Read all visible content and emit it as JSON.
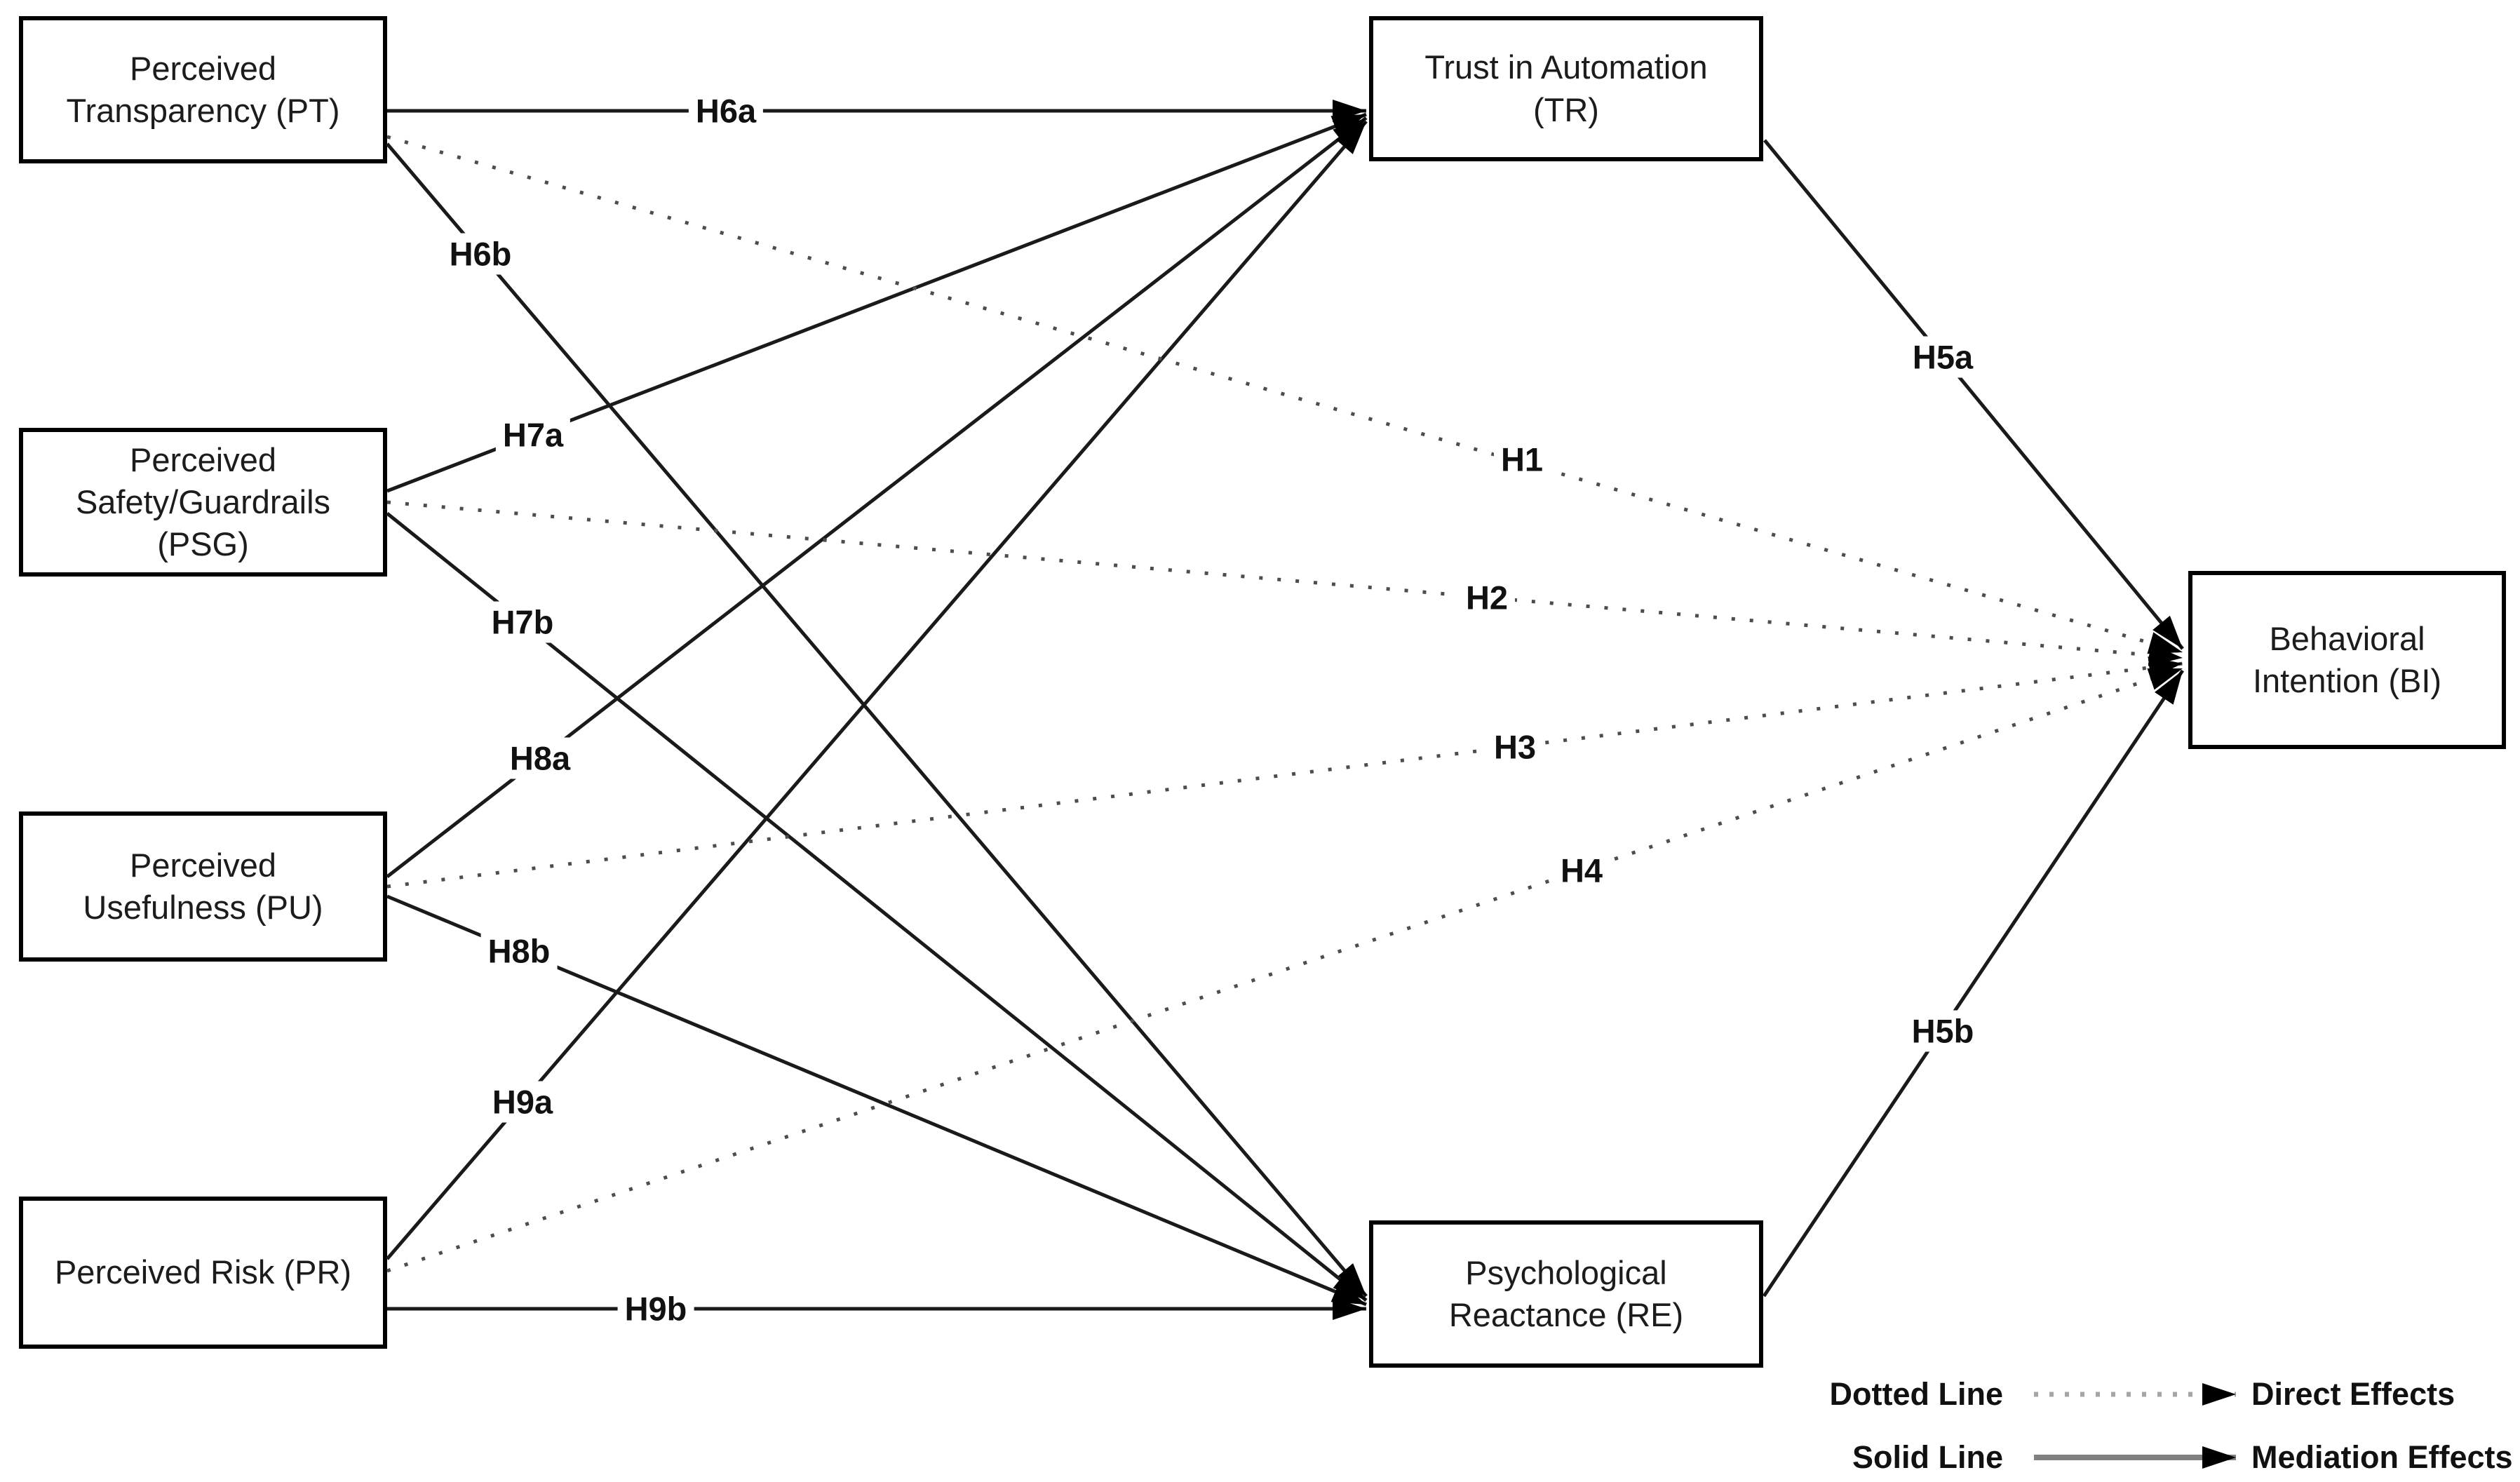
{
  "diagram": {
    "title_hint": "Hypothesized research model",
    "colors": {
      "background": "#ffffff",
      "box_border": "#000000",
      "solid_line": "#1a1a1a",
      "dotted_line": "#4d4d4d",
      "legend_dotted_sample": "#a6a6a6",
      "legend_solid_sample": "#808080",
      "arrowhead": "#000000"
    },
    "nodes": {
      "pt": {
        "label": "Perceived\nTransparency (PT)"
      },
      "psg": {
        "label": "Perceived\nSafety/Guardrails\n(PSG)"
      },
      "pu": {
        "label": "Perceived\nUsefulness (PU)"
      },
      "pr": {
        "label": "Perceived Risk (PR)"
      },
      "tr": {
        "label": "Trust in Automation\n(TR)"
      },
      "re": {
        "label": "Psychological\nReactance (RE)"
      },
      "bi": {
        "label": "Behavioral\nIntention (BI)"
      }
    },
    "edges": [
      {
        "id": "H6a",
        "from": "PT",
        "to": "TR",
        "style": "solid",
        "type": "Mediation"
      },
      {
        "id": "H6b",
        "from": "PT",
        "to": "RE",
        "style": "solid",
        "type": "Mediation"
      },
      {
        "id": "H7a",
        "from": "PSG",
        "to": "TR",
        "style": "solid",
        "type": "Mediation"
      },
      {
        "id": "H7b",
        "from": "PSG",
        "to": "RE",
        "style": "solid",
        "type": "Mediation"
      },
      {
        "id": "H8a",
        "from": "PU",
        "to": "TR",
        "style": "solid",
        "type": "Mediation"
      },
      {
        "id": "H8b",
        "from": "PU",
        "to": "RE",
        "style": "solid",
        "type": "Mediation"
      },
      {
        "id": "H9a",
        "from": "PR",
        "to": "TR",
        "style": "solid",
        "type": "Mediation"
      },
      {
        "id": "H9b",
        "from": "PR",
        "to": "RE",
        "style": "solid",
        "type": "Mediation"
      },
      {
        "id": "H1",
        "from": "PT",
        "to": "BI",
        "style": "dotted",
        "type": "Direct"
      },
      {
        "id": "H2",
        "from": "PSG",
        "to": "BI",
        "style": "dotted",
        "type": "Direct"
      },
      {
        "id": "H3",
        "from": "PU",
        "to": "BI",
        "style": "dotted",
        "type": "Direct"
      },
      {
        "id": "H4",
        "from": "PR",
        "to": "BI",
        "style": "dotted",
        "type": "Direct"
      },
      {
        "id": "H5a",
        "from": "TR",
        "to": "BI",
        "style": "solid",
        "type": "Mediation"
      },
      {
        "id": "H5b",
        "from": "RE",
        "to": "BI",
        "style": "solid",
        "type": "Mediation"
      }
    ],
    "legend": {
      "dotted_label": "Dotted Line",
      "dotted_meaning": "Direct Effects",
      "solid_label": "Solid Line",
      "solid_meaning": "Mediation Effects"
    }
  }
}
